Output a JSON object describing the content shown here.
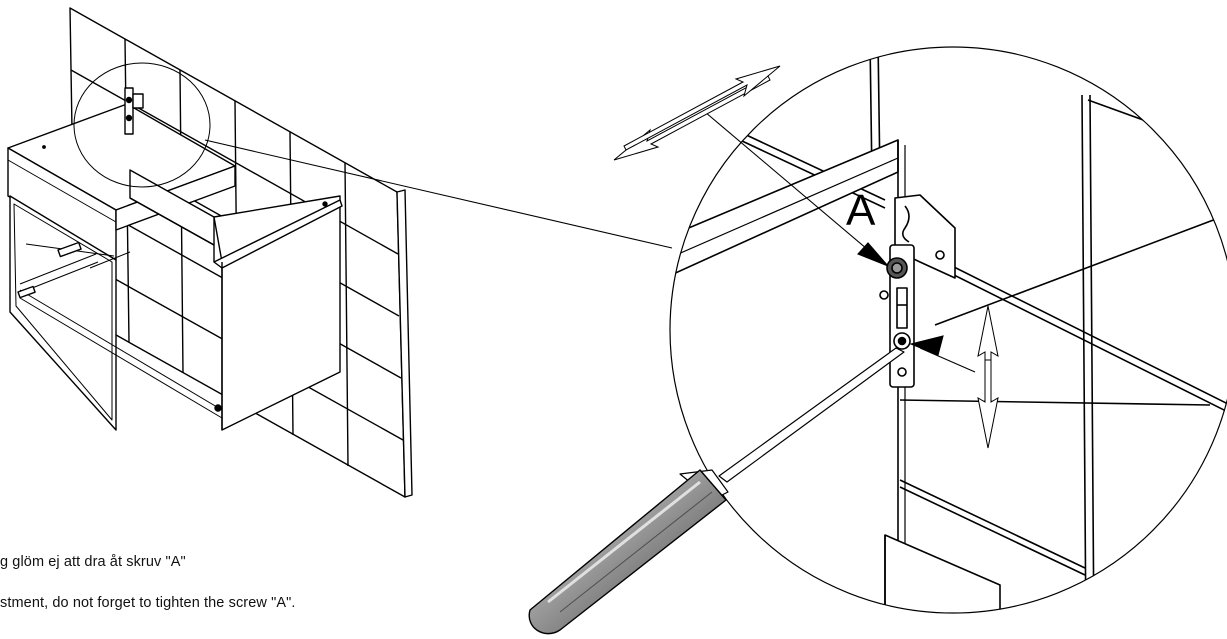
{
  "callout": {
    "label": "A"
  },
  "instructions": {
    "swedish": "g glöm ej att dra åt skruv  \"A\"",
    "english": "stment, do not forget to tighten the screw \"A\"."
  },
  "colors": {
    "line": "#000000",
    "background": "#ffffff",
    "handle_fill": "#9a9a9a"
  }
}
